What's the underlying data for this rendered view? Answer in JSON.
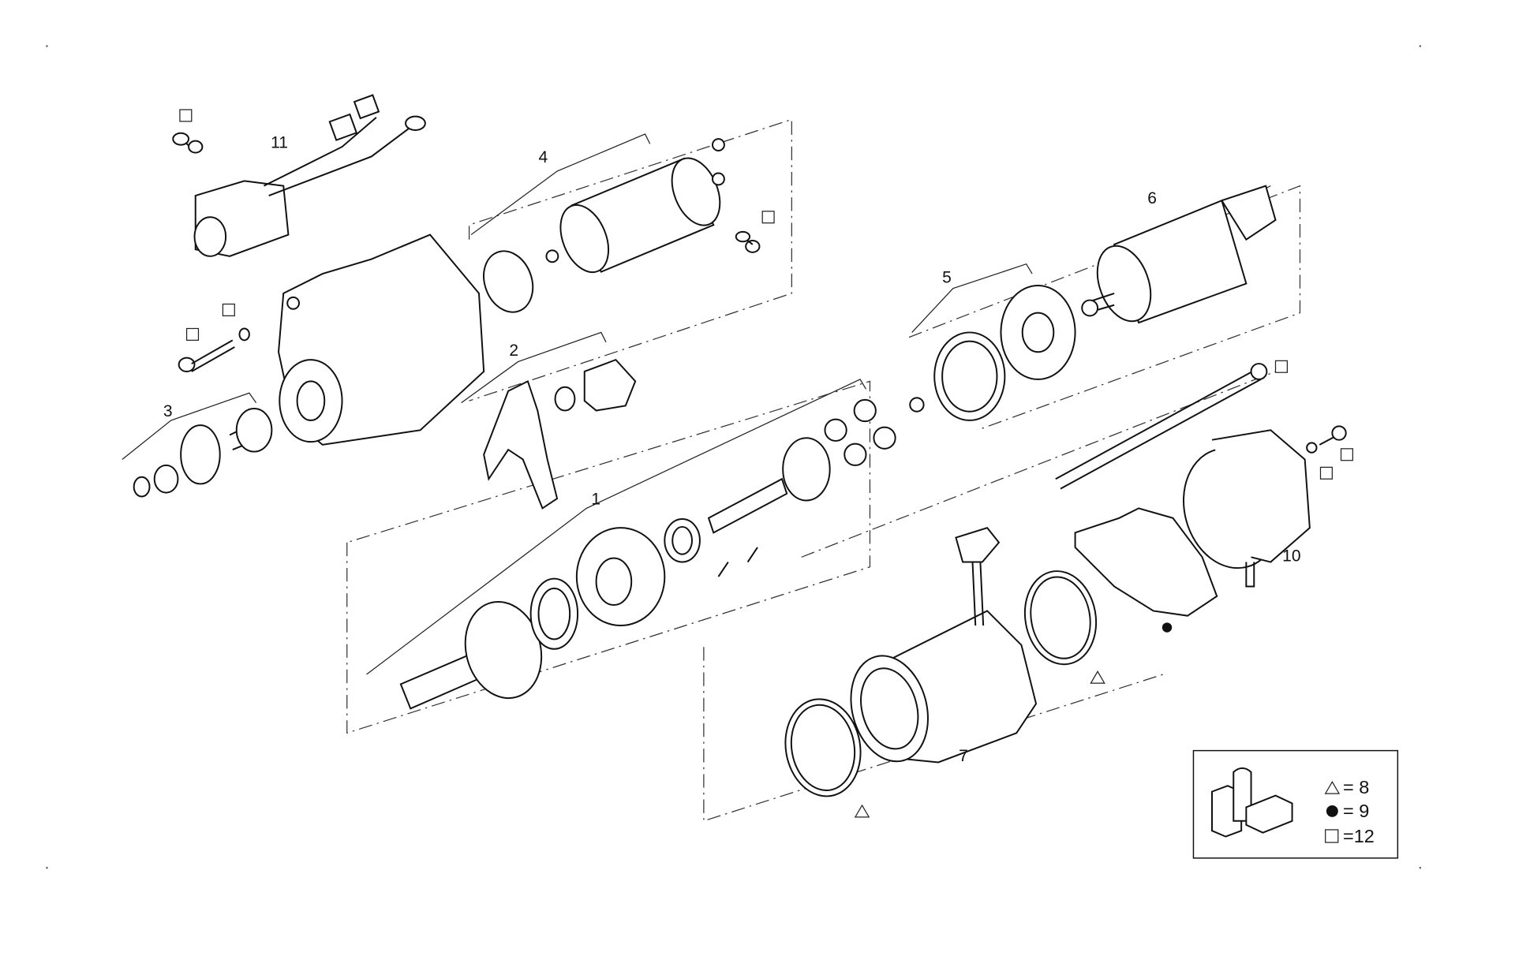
{
  "callouts": [
    "1",
    "2",
    "3",
    "4",
    "5",
    "6",
    "7",
    "10",
    "11"
  ],
  "legend": {
    "items": [
      {
        "symbol": "triangle",
        "label": "= 8"
      },
      {
        "symbol": "filled-circle",
        "label": "= 9"
      },
      {
        "symbol": "square",
        "label": "=12"
      }
    ]
  },
  "colors": {
    "line": "#111111",
    "background": "#ffffff"
  }
}
